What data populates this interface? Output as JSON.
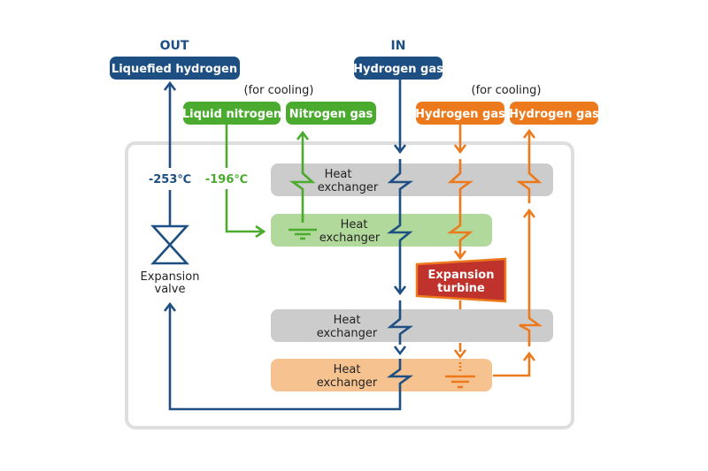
{
  "colors": {
    "blue": "#1d4f82",
    "green": "#4aab2e",
    "orange": "#ec7a1c",
    "red": "#c0322c",
    "gray_box": "#cccccc",
    "green_box": "#b2d99c",
    "orange_box": "#f6c28f",
    "frame": "#dedede"
  },
  "out": {
    "header": "OUT",
    "label": "Liquefied hydrogen"
  },
  "in": {
    "header": "IN",
    "label": "Hydrogen gas"
  },
  "nitrogen_cooling": {
    "note": "(for cooling)",
    "supply_label": "Liquid nitrogen",
    "return_label": "Nitrogen gas",
    "temperature": "-196℃"
  },
  "hydrogen_cooling": {
    "note": "(for cooling)",
    "supply_label": "Hydrogen gas",
    "return_label": "Hydrogen gas"
  },
  "product_temperature": "-253℃",
  "heat_exchangers": [
    {
      "line1": "Heat",
      "line2": "exchanger"
    },
    {
      "line1": "Heat",
      "line2": "exchanger"
    },
    {
      "line1": "Heat",
      "line2": "exchanger"
    },
    {
      "line1": "Heat",
      "line2": "exchanger"
    }
  ],
  "expansion_turbine": {
    "line1": "Expansion",
    "line2": "turbine"
  },
  "expansion_valve": {
    "line1": "Expansion",
    "line2": "valve"
  }
}
